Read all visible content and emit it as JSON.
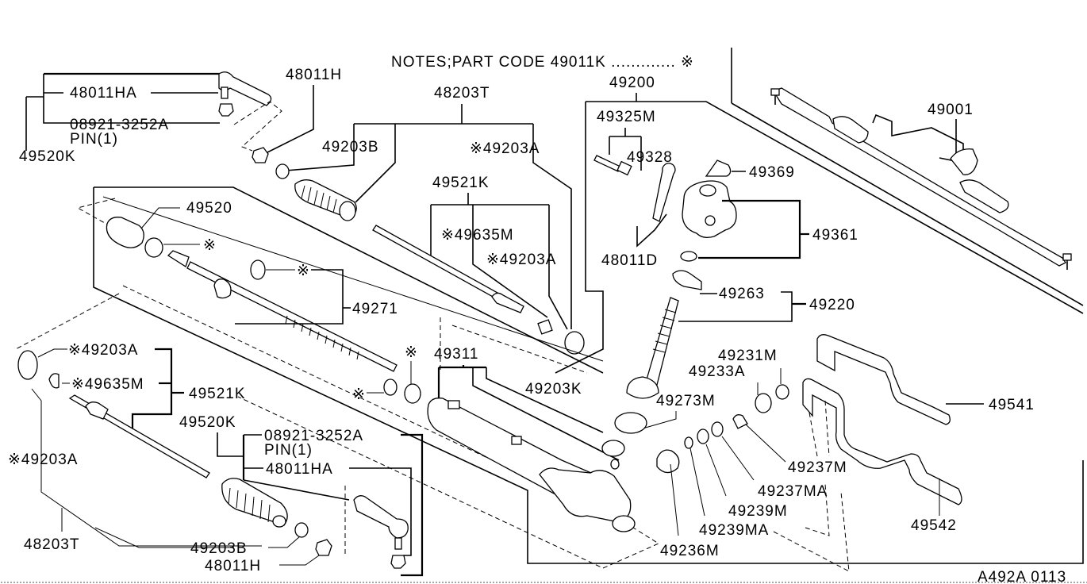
{
  "diagram": {
    "notes": "NOTES;PART CODE  49011K ............. ※",
    "figure_id": "A492A 0113",
    "labels": {
      "l48011HA_top": "48011HA",
      "l08921_top": "08921-3252A",
      "pin_top": "PIN(1)",
      "l49520K_top": "49520K",
      "l48011H_top": "48011H",
      "l48203T_top": "48203T",
      "l49203B_top": "49203B",
      "l49203A_top": "※49203A",
      "l49200": "49200",
      "l49325M": "49325M",
      "l49328": "49328",
      "l49369": "49369",
      "l49001": "49001",
      "l49361": "49361",
      "l48011D": "48011D",
      "l49263": "49263",
      "l49220": "49220",
      "l49521K_top": "49521K",
      "l49635M_top": "※49635M",
      "l49203A_mid": "※49203A",
      "l49520": "49520",
      "ast1": "※",
      "ast2": "※",
      "l49271": "49271",
      "ast3": "※",
      "ast4": "※",
      "l49311": "49311",
      "l49203K": "49203K",
      "l49273M": "49273M",
      "l49231M": "49231M",
      "l49233A": "49233A",
      "l49541": "49541",
      "l49203A_left": "※49203A",
      "l49635M_left": "※49635M",
      "l49521K_left": "49521K",
      "l49520K_low": "49520K",
      "l08921_low": "08921-3252A",
      "pin_low": "PIN(1)",
      "l48011HA_low": "48011HA",
      "l49203A_low": "※49203A",
      "l48203T_low": "48203T",
      "l49203B_low": "49203B",
      "l48011H_low": "48011H",
      "l49237M": "49237M",
      "l49237MA": "49237MA",
      "l49239M": "49239M",
      "l49239MA": "49239MA",
      "l49236M": "49236M",
      "l49542": "49542"
    }
  }
}
